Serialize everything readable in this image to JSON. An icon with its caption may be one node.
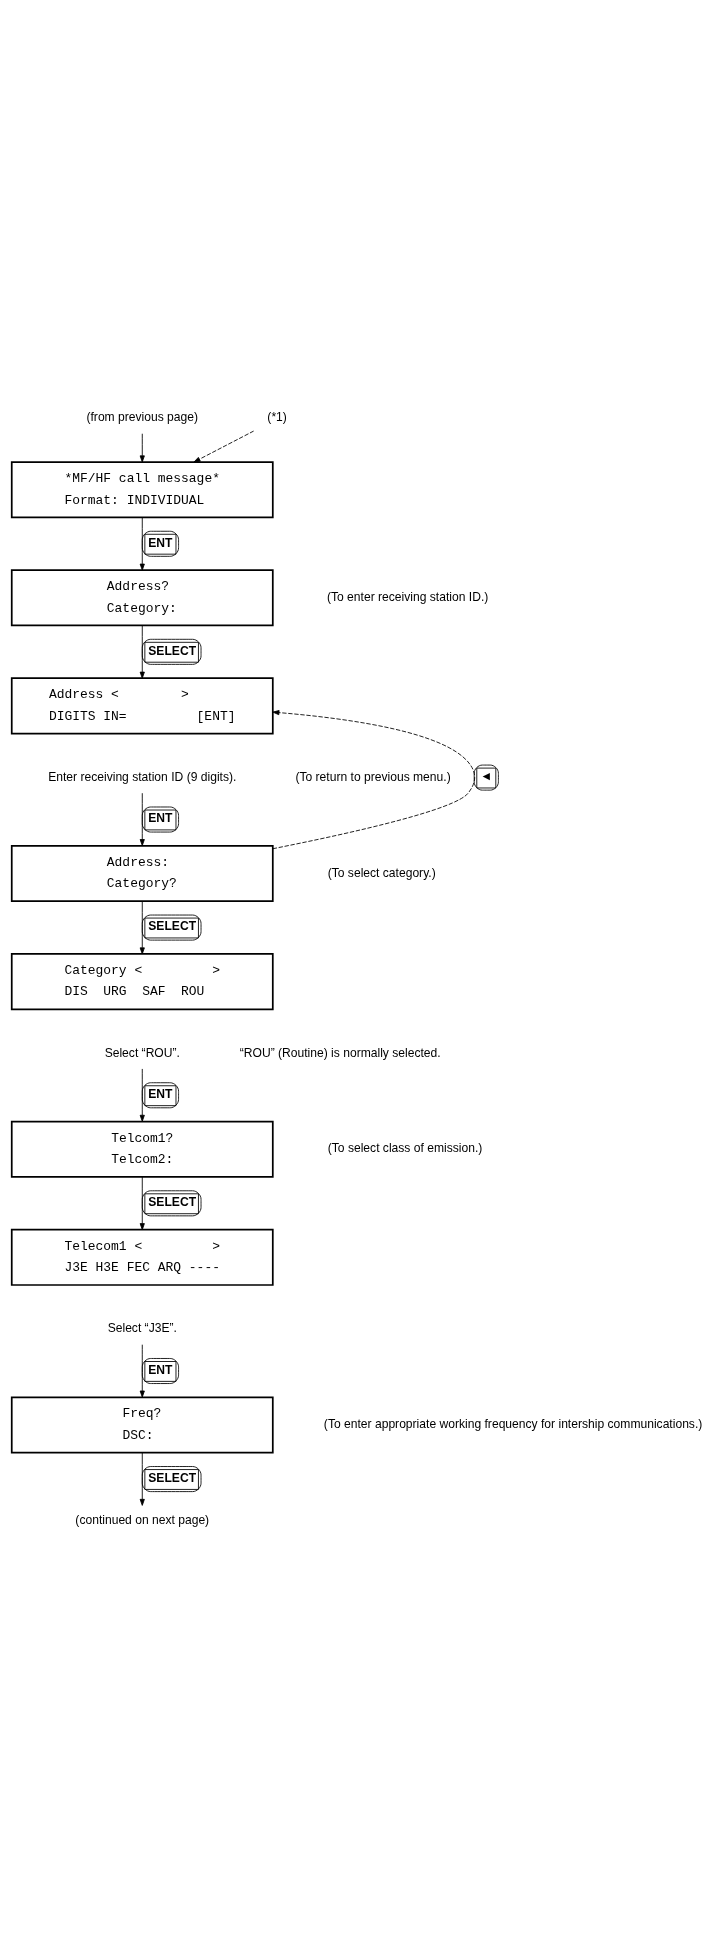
{
  "diagram": {
    "nodes": [
      {
        "text": [
          "(from previous page)"
        ]
      },
      {
        "text": [
          "(*1)"
        ]
      },
      {
        "text": [
          "*MF/HF call message*",
          "Format: INDIVIDUAL"
        ]
      },
      {
        "text": [
          "Address?",
          "Category:"
        ]
      },
      {
        "text": [
          "Address <        >",
          "DIGITS IN=         [ENT]"
        ]
      },
      {
        "text": [
          "Enter receiving station ID (9 digits)."
        ]
      },
      {
        "text": [
          "Address:",
          "Category?"
        ]
      },
      {
        "text": [
          "Category <         >",
          "DIS  URG  SAF  ROU"
        ]
      },
      {
        "text": [
          "Select “ROU”."
        ]
      },
      {
        "text": [
          "Telcom1?",
          "Telcom2:"
        ]
      },
      {
        "text": [
          "Telecom1 <         >",
          "J3E H3E FEC ARQ ----"
        ]
      },
      {
        "text": [
          "Select “J3E”."
        ]
      },
      {
        "text": [
          "Freq?",
          "DSC:"
        ]
      },
      {
        "text": [
          "(continued on next page)"
        ]
      }
    ],
    "edges": [
      {
        "from": 0,
        "to": 2,
        "arrow": "to"
      },
      {
        "from": 1,
        "to": 2,
        "arrow": "to",
        "style": "dashed"
      },
      {
        "from": 2,
        "to": 3,
        "arrow": "to",
        "label": "ENT"
      },
      {
        "from": 3,
        "to": 4,
        "arrow": "to",
        "label": "SELECT"
      },
      {
        "from": 6,
        "to": 4,
        "arrow": "to",
        "style": "dashed",
        "label": "◄"
      },
      {
        "from": 5,
        "to": 6,
        "arrow": "to",
        "label": "ENT"
      },
      {
        "from": 6,
        "to": 7,
        "arrow": "to",
        "label": "SELECT"
      },
      {
        "from": 8,
        "to": 9,
        "arrow": "to",
        "label": "ENT"
      },
      {
        "from": 9,
        "to": 10,
        "arrow": "to",
        "label": "SELECT"
      },
      {
        "from": 11,
        "to": 12,
        "arrow": "to",
        "label": "ENT"
      },
      {
        "from": 12,
        "to": 13,
        "arrow": "to",
        "label": "SELECT"
      }
    ],
    "labels": [
      "(To enter receiving station ID.)",
      "(To return to previous menu.)",
      "(To select category.)",
      "“ROU” (Routine) is normally selected.",
      "(To select class of emission.)",
      "(To enter appropriate working frequency for intership communications.)"
    ]
  }
}
